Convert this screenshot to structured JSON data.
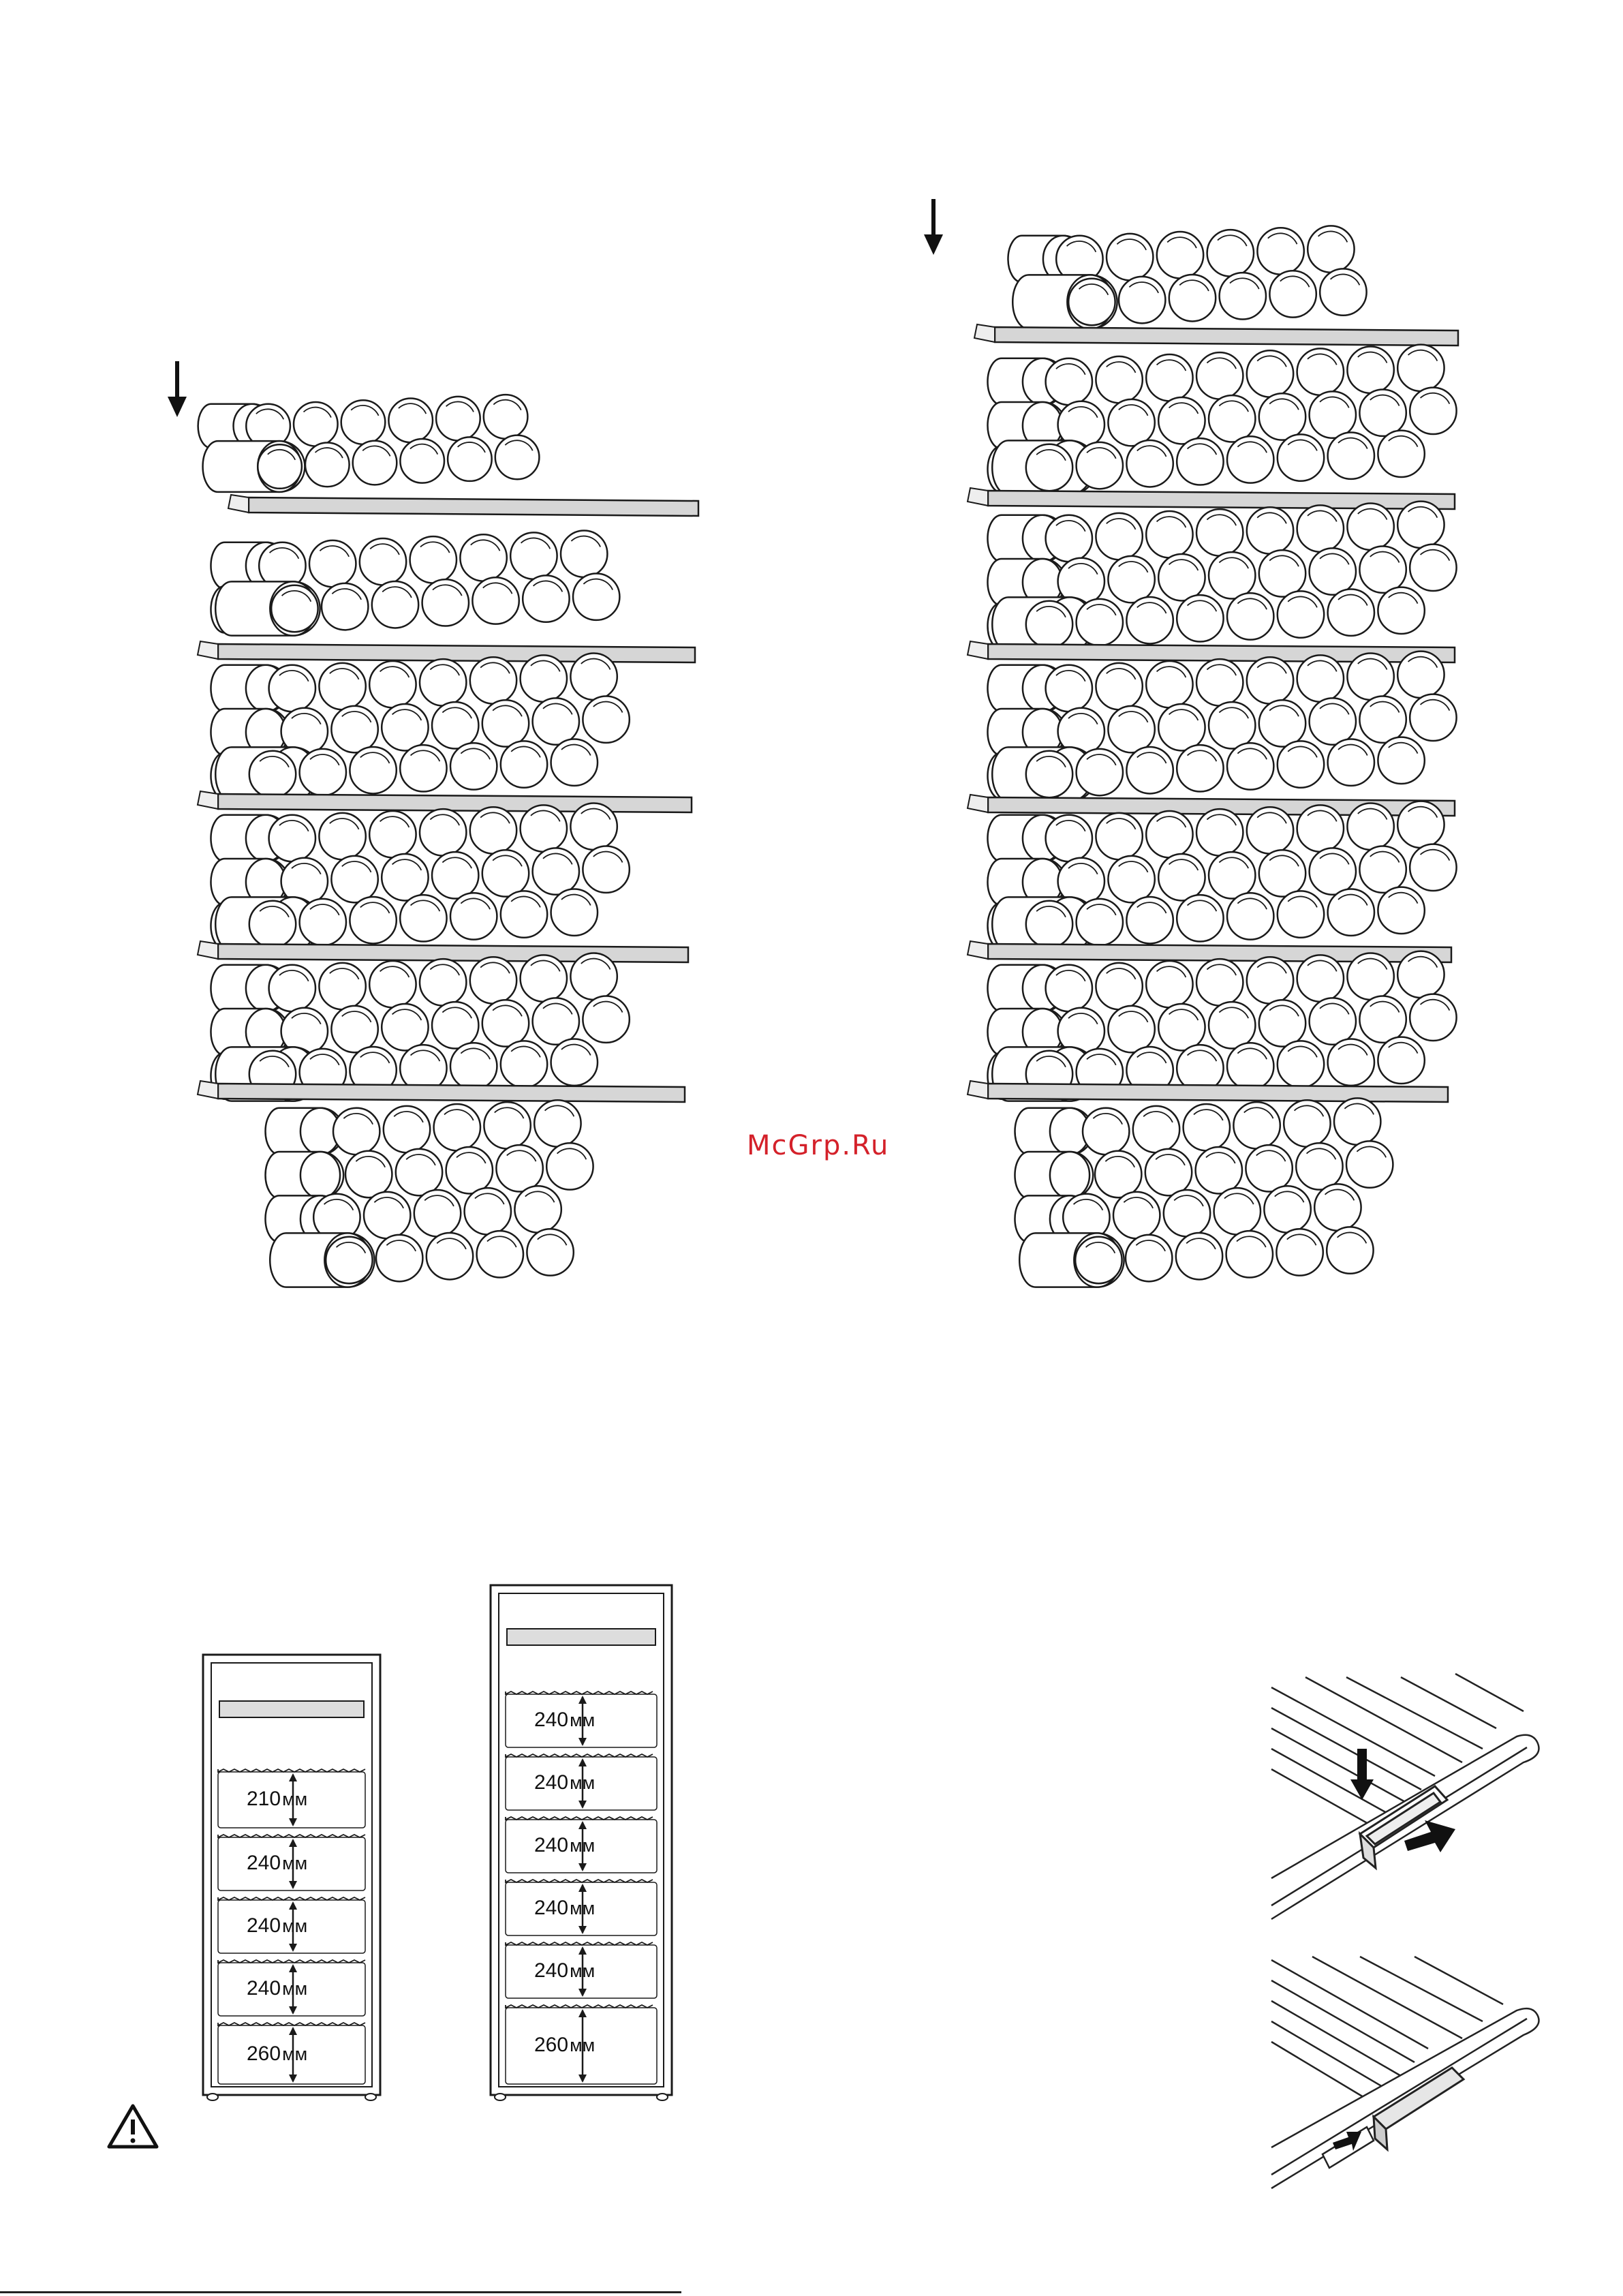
{
  "watermark": "McGrp.Ru",
  "cabinet_small": {
    "compartments": [
      {
        "value": "210",
        "unit": "мм"
      },
      {
        "value": "240",
        "unit": "мм"
      },
      {
        "value": "240",
        "unit": "мм"
      },
      {
        "value": "240",
        "unit": "мм"
      },
      {
        "value": "260",
        "unit": "мм"
      }
    ]
  },
  "cabinet_large": {
    "compartments": [
      {
        "value": "240",
        "unit": "мм"
      },
      {
        "value": "240",
        "unit": "мм"
      },
      {
        "value": "240",
        "unit": "мм"
      },
      {
        "value": "240",
        "unit": "мм"
      },
      {
        "value": "240",
        "unit": "мм"
      },
      {
        "value": "260",
        "unit": "мм"
      }
    ]
  },
  "icons": {
    "arrow_left_stack": "down-arrow-icon",
    "arrow_right_stack": "down-arrow-icon",
    "warning": "warning-triangle-icon"
  }
}
